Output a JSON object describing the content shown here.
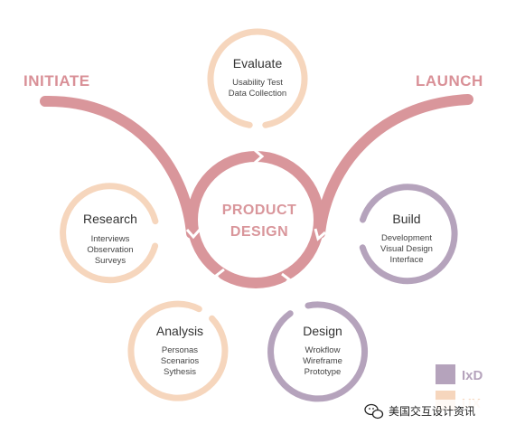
{
  "phases": {
    "initiate": "INITIATE",
    "launch": "LAUNCH"
  },
  "center": {
    "line1": "PRODUCT",
    "line2": "DESIGN"
  },
  "nodes": {
    "evaluate": {
      "title": "Evaluate",
      "items": [
        "Usability Test",
        "Data Collection"
      ]
    },
    "research": {
      "title": "Research",
      "items": [
        "Interviews",
        "Observation",
        "Surveys"
      ]
    },
    "build": {
      "title": "Build",
      "items": [
        "Development",
        "Visual Design",
        "Interface"
      ]
    },
    "analysis": {
      "title": "Analysis",
      "items": [
        "Personas",
        "Scenarios",
        "Sythesis"
      ]
    },
    "design": {
      "title": "Design",
      "items": [
        "Wrokflow",
        "Wireframe",
        "Prototype"
      ]
    }
  },
  "legend": {
    "ixd": "IxD",
    "ux": "UX"
  },
  "watermark": "美国交互设计资讯",
  "colors": {
    "main_arc": "#D9969B",
    "phase_text": "#D99097",
    "ux_peach": "#F6D6BD",
    "ixd_purple": "#B5A3BC",
    "center_text": "#D9969B"
  },
  "icons": {
    "watermark": "wechat-icon"
  }
}
